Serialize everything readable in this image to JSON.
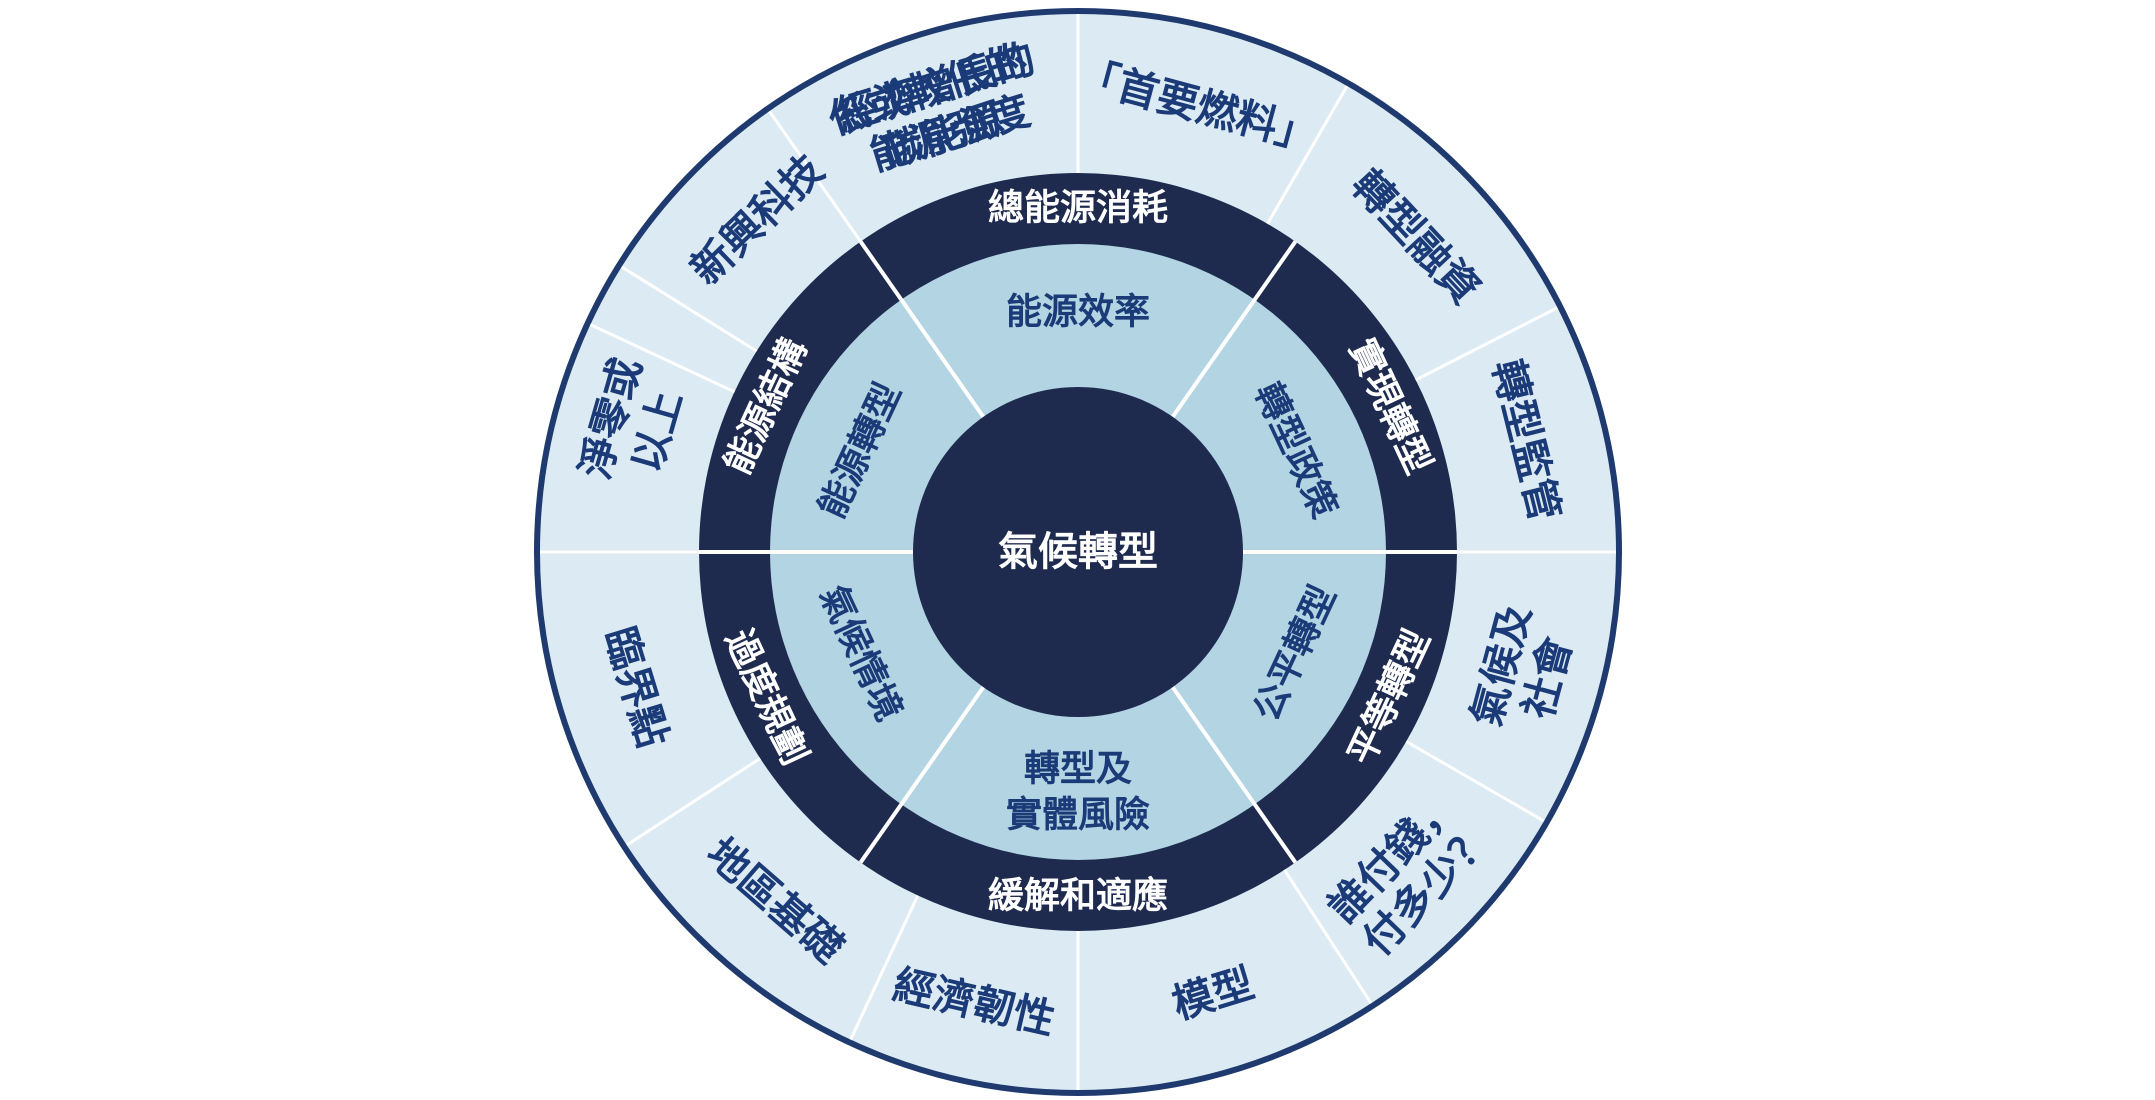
{
  "colors": {
    "outer_ring_fill": "#dcebf3",
    "outer_border": "#1e3a6e",
    "middle_ring_fill": "#1e2b4f",
    "inner_ring_fill": "#b3d4e2",
    "core_fill": "#1e2b4f",
    "divider": "#ffffff",
    "outer_text": "#1b3a78",
    "middle_text": "#ffffff",
    "inner_text": "#1b3a78",
    "core_text": "#ffffff"
  },
  "center": {
    "label": "氣候轉型"
  },
  "inner_ring": [
    {
      "lines": [
        "能源效率"
      ]
    },
    {
      "lines": [
        "轉型政策"
      ]
    },
    {
      "lines": [
        "公平轉型"
      ]
    },
    {
      "lines": [
        "轉型及",
        "實體風險"
      ]
    },
    {
      "lines": [
        "氣候情境"
      ]
    },
    {
      "lines": [
        "能源轉型"
      ]
    }
  ],
  "middle_ring": [
    {
      "lines": [
        "總能源消耗"
      ]
    },
    {
      "lines": [
        "實現轉型"
      ]
    },
    {
      "lines": [
        "平等轉型"
      ]
    },
    {
      "lines": [
        "緩解和適應"
      ]
    },
    {
      "lines": [
        "過度規劃"
      ]
    },
    {
      "lines": [
        "能源結構"
      ]
    }
  ],
  "outer_ring": [
    {
      "lines": [
        "經濟增長的",
        "能源強度"
      ]
    },
    {
      "lines": [
        "「首要燃料」"
      ]
    },
    {
      "lines": [
        "轉型融資"
      ]
    },
    {
      "lines": [
        "轉型監管"
      ]
    },
    {
      "lines": [
        "氣候及",
        "社會"
      ]
    },
    {
      "lines": [
        "誰付錢，",
        "付多少？"
      ]
    },
    {
      "lines": [
        "模型"
      ]
    },
    {
      "lines": [
        "經濟韌性"
      ]
    },
    {
      "lines": [
        "地區基礎"
      ]
    },
    {
      "lines": [
        "臨界點"
      ]
    },
    {
      "lines": [
        "淨零或",
        "以上"
      ]
    },
    {
      "lines": [
        "新興科技"
      ]
    },
    {
      "lines": [
        "低或較低的",
        "碳能源"
      ]
    }
  ]
}
